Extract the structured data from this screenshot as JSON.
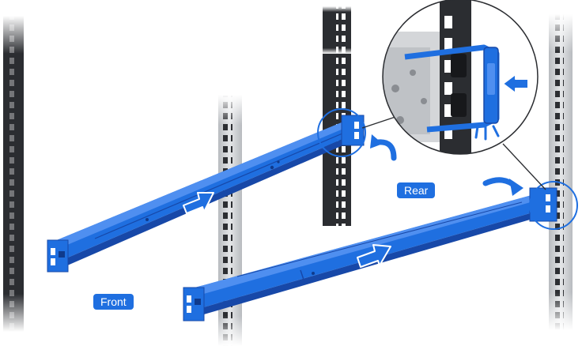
{
  "labels": {
    "front": "Front",
    "rear": "Rear"
  },
  "colors": {
    "rail_blue": "#1f6fe0",
    "rail_blue_dark": "#1748a8",
    "post_dark": "#2b2d31",
    "post_light": "#cfd1d4",
    "label_bg": "#1f6fe0",
    "label_text": "#ffffff"
  },
  "icons": {
    "direction_arrows": "arrow-right-outline",
    "rotate_arrows": "curved-arrow",
    "press_arrow": "arrow-left-solid",
    "click_marks": "snap-lines"
  }
}
